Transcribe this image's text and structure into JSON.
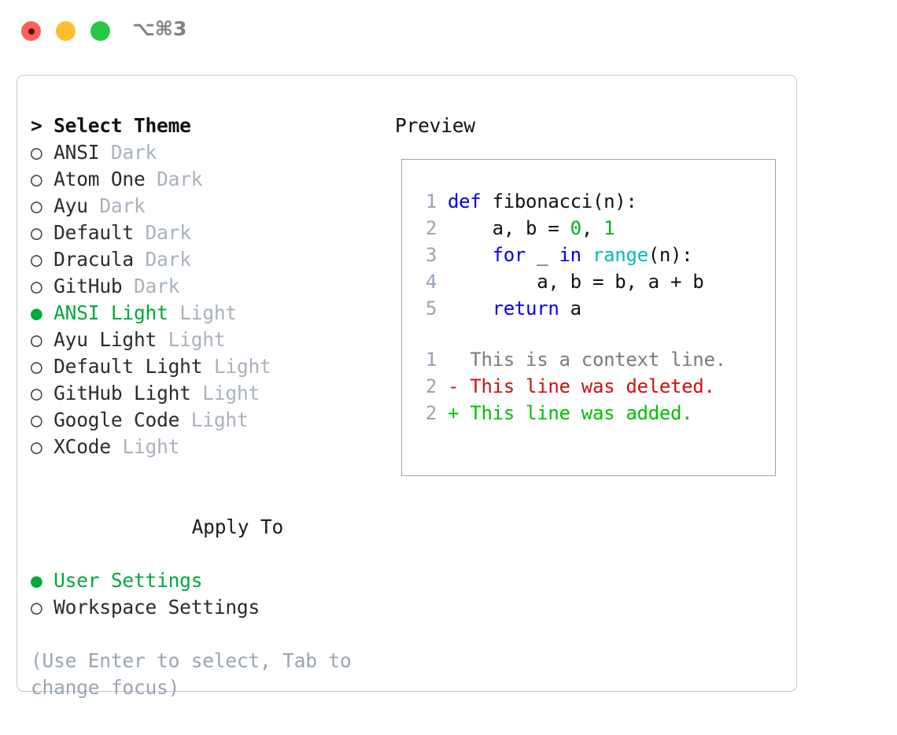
{
  "window": {
    "shortcut_label": "⌥⌘3",
    "traffic_lights": [
      {
        "name": "close",
        "color": "#ff5f57"
      },
      {
        "name": "minimize",
        "color": "#ffbd2e"
      },
      {
        "name": "zoom",
        "color": "#28c840"
      }
    ]
  },
  "colors": {
    "accent_green": "#00a83a",
    "muted": "#a8b2bd",
    "hint": "#9aa5b1",
    "keyword": "#0000ee",
    "function": "#00bcbc",
    "number": "#00b32d",
    "diff_deleted": "#cc1111",
    "diff_added": "#00c000",
    "border": "#c3c9d0",
    "preview_border": "#9aa5b1"
  },
  "theme_picker": {
    "header": "> Select Theme",
    "items": [
      {
        "marker": "○",
        "name": "ANSI",
        "kind": "Dark",
        "selected": false
      },
      {
        "marker": "○",
        "name": "Atom One",
        "kind": "Dark",
        "selected": false
      },
      {
        "marker": "○",
        "name": "Ayu",
        "kind": "Dark",
        "selected": false
      },
      {
        "marker": "○",
        "name": "Default",
        "kind": "Dark",
        "selected": false
      },
      {
        "marker": "○",
        "name": "Dracula",
        "kind": "Dark",
        "selected": false
      },
      {
        "marker": "○",
        "name": "GitHub",
        "kind": "Dark",
        "selected": false
      },
      {
        "marker": "●",
        "name": "ANSI Light",
        "kind": "Light",
        "selected": true
      },
      {
        "marker": "○",
        "name": "Ayu Light",
        "kind": "Light",
        "selected": false
      },
      {
        "marker": "○",
        "name": "Default Light",
        "kind": "Light",
        "selected": false
      },
      {
        "marker": "○",
        "name": "GitHub Light",
        "kind": "Light",
        "selected": false
      },
      {
        "marker": "○",
        "name": "Google Code",
        "kind": "Light",
        "selected": false
      },
      {
        "marker": "○",
        "name": "XCode",
        "kind": "Light",
        "selected": false
      }
    ]
  },
  "apply_to": {
    "header": "Apply To",
    "items": [
      {
        "marker": "●",
        "name": "User Settings",
        "selected": true
      },
      {
        "marker": "○",
        "name": "Workspace Settings",
        "selected": false
      }
    ]
  },
  "hint": "(Use Enter to select, Tab to change focus)",
  "preview": {
    "title": "Preview",
    "code_lines": [
      {
        "no": "1",
        "tokens": [
          {
            "t": "def",
            "c": "kw"
          },
          {
            "t": " fibonacci(n):",
            "c": "plain"
          }
        ]
      },
      {
        "no": "2",
        "tokens": [
          {
            "t": "    a, b = ",
            "c": "plain"
          },
          {
            "t": "0",
            "c": "num"
          },
          {
            "t": ", ",
            "c": "plain"
          },
          {
            "t": "1",
            "c": "num"
          }
        ]
      },
      {
        "no": "3",
        "tokens": [
          {
            "t": "    ",
            "c": "plain"
          },
          {
            "t": "for",
            "c": "kw"
          },
          {
            "t": " _ ",
            "c": "plain"
          },
          {
            "t": "in",
            "c": "kw"
          },
          {
            "t": " ",
            "c": "plain"
          },
          {
            "t": "range",
            "c": "fn"
          },
          {
            "t": "(n):",
            "c": "plain"
          }
        ]
      },
      {
        "no": "4",
        "tokens": [
          {
            "t": "        a, b = b, a + b",
            "c": "plain"
          }
        ]
      },
      {
        "no": "5",
        "tokens": [
          {
            "t": "    ",
            "c": "plain"
          },
          {
            "t": "return",
            "c": "kw"
          },
          {
            "t": " a",
            "c": "plain"
          }
        ]
      }
    ],
    "diff_lines": [
      {
        "no": "1",
        "sign": " ",
        "text": " This is a context line.",
        "kind": "ctx"
      },
      {
        "no": "2",
        "sign": "-",
        "text": " This line was deleted.",
        "kind": "del"
      },
      {
        "no": "2",
        "sign": "+",
        "text": " This line was added.",
        "kind": "add"
      }
    ]
  }
}
